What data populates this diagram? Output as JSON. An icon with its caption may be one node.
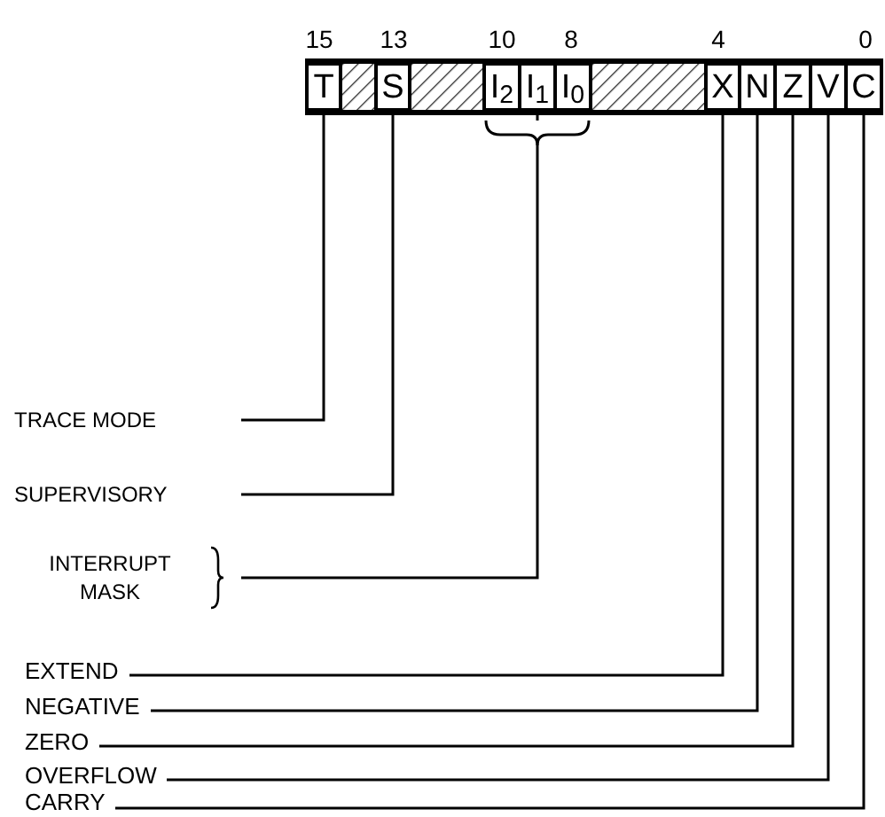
{
  "diagram": {
    "nodes": [
      {
        "text": [],
        "shape": "bar"
      },
      {
        "text": [
          "T"
        ],
        "in": 0
      },
      {
        "text": [],
        "shape": "box",
        "in": 0
      },
      {
        "text": [
          "S"
        ],
        "in": 0
      },
      {
        "text": [],
        "shape": "box",
        "in": 0
      },
      {
        "text": [
          "I$_{2}$"
        ],
        "in": 0
      },
      {
        "text": [
          "I$_{1}$"
        ],
        "in": 0
      },
      {
        "text": [
          "I$_{0}$"
        ],
        "in": 0
      },
      {
        "text": [],
        "shape": "box",
        "in": 0
      },
      {
        "text": [
          "X"
        ],
        "in": 0
      },
      {
        "text": [
          "N"
        ],
        "in": 0
      },
      {
        "text": [
          "Z"
        ],
        "in": 0
      },
      {
        "text": [
          "V"
        ],
        "in": 0
      },
      {
        "text": [
          "C"
        ],
        "in": 0
      },
      {
        "text": [
          "TRACE MODE"
        ]
      },
      {
        "text": [
          "SUPERVISORY"
        ]
      },
      {
        "text": [
          "INTERRUPT MASK"
        ]
      },
      {
        "text": [
          "EXTEND"
        ]
      },
      {
        "text": [
          "NEGATIVE"
        ]
      },
      {
        "text": [
          "ZERO"
        ]
      },
      {
        "text": [
          "OVERFLOW"
        ]
      },
      {
        "text": [
          "CARRY"
        ]
      }
    ],
    "edges": [
      {
        "from": 14,
        "to": 1,
        "arrow": "none"
      },
      {
        "from": 15,
        "to": 3,
        "arrow": "none"
      },
      {
        "from": 16,
        "to": 6,
        "arrow": "none"
      },
      {
        "from": 17,
        "to": 9,
        "arrow": "none"
      },
      {
        "from": 18,
        "to": 10,
        "arrow": "none"
      },
      {
        "from": 19,
        "to": 11,
        "arrow": "none"
      },
      {
        "from": 20,
        "to": 12,
        "arrow": "none"
      },
      {
        "from": 21,
        "to": 13,
        "arrow": "none"
      }
    ],
    "labels": [
      "15",
      "13",
      "10",
      "8",
      "4",
      "0"
    ]
  }
}
